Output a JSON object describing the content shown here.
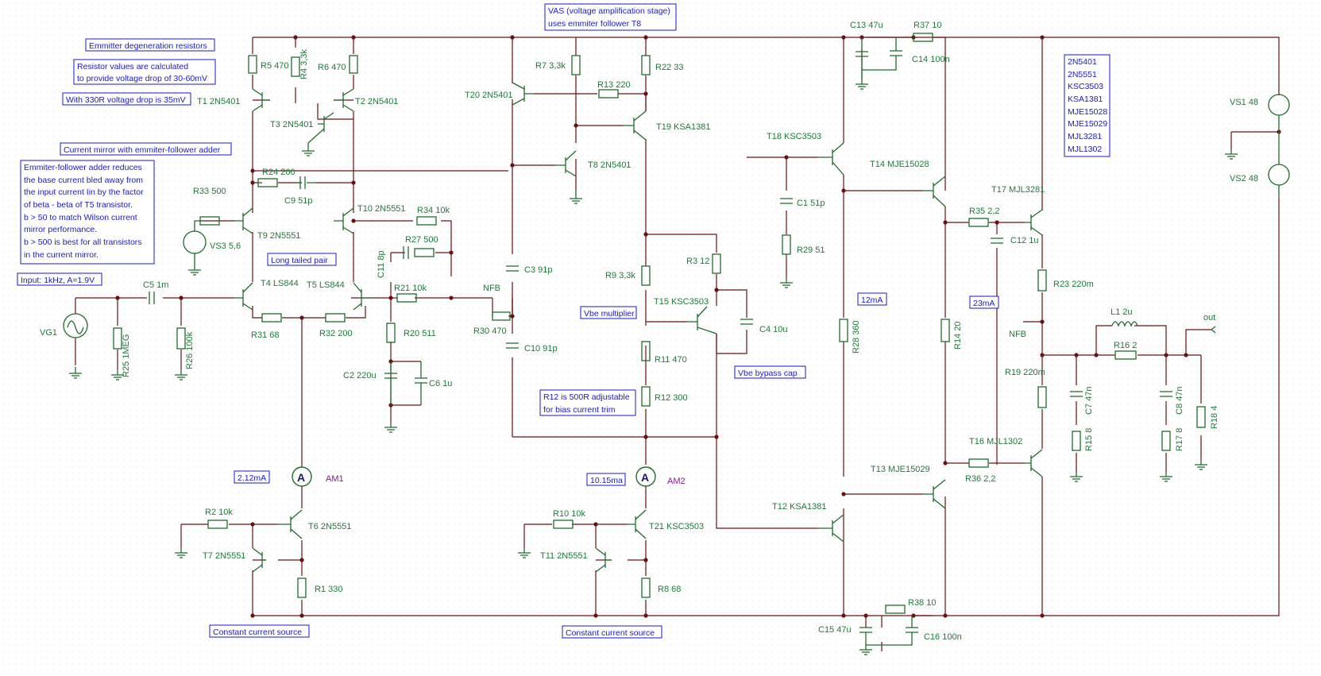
{
  "notes": {
    "emitter_degeneration": "Emmitter degeneration resistors",
    "resistor_values_1": "Resistor values are calculated",
    "resistor_values_2": "to provide voltage drop of 30-60mV",
    "with_330r": "With 330R voltage drop is 35mV",
    "current_mirror": "Current mirror with emmiter-follower adder",
    "ef_adder": [
      "Emmiter-follower adder reduces",
      "the base current bled away from",
      "the input current Iin by the factor",
      "of beta - beta of T5 transistor.",
      "b > 50 to match Wilson current",
      "mirror performance.",
      "b > 500 is best for all transistors",
      "in the current mirror."
    ],
    "long_tailed_pair": "Long tailed pair",
    "input": "Input: 1kHz, A=1.9V",
    "vas_1": "VAS (voltage amplification stage)",
    "vas_2": "uses emmiter follower T8",
    "vbe_multiplier": "Vbe multiplier",
    "vbe_bypass": "Vbe bypass cap",
    "r12_note_1": "R12 is 500R adjustable",
    "r12_note_2": "for bias current trim",
    "ccs_left": "Constant current source",
    "ccs_right": "Constant current source",
    "i_2_12": "2.12mA",
    "i_10_15": "10.15ma",
    "i_12": "12mA",
    "i_23": "23mA",
    "parts_list": [
      "2N5401",
      "2N5551",
      "KSC3503",
      "KSA1381",
      "MJE15028",
      "MJE15029",
      "MJL3281",
      "MJL1302"
    ]
  },
  "labels": {
    "r5": "R5 470",
    "r4": "R4 3,3k",
    "r6": "R6 470",
    "t1": "T1 2N5401",
    "t2": "T2 2N5401",
    "t3": "T3 2N5401",
    "r24": "R24 200",
    "c9": "C9 51p",
    "r33": "R33 500",
    "t9": "T9 2N5551",
    "t10": "T10 2N5551",
    "r34": "R34 10k",
    "vs3": "VS3 5,6",
    "c11": "C11 8p",
    "r27": "R27 500",
    "t4": "T4 LS844",
    "t5": "T5 LS844",
    "c5": "C5 1m",
    "vg1": "VG1",
    "r25": "R25 1MEG",
    "r26": "R26 100k",
    "r31": "R31 68",
    "r32": "R32 200",
    "r21": "R21 10k",
    "nfb1": "NFB",
    "r20": "R20 511",
    "c2": "C2 220u",
    "c6": "C6 1u",
    "r30": "R30 470",
    "t20": "T20 2N5401",
    "r7": "R7 3,3k",
    "r13": "R13 220",
    "r22": "R22 33",
    "t19": "T19 KSA1381",
    "t8": "T8 2N5401",
    "c3": "C3 91p",
    "c10": "C10 91p",
    "r9": "R9 3,3k",
    "t15": "T15 KSC3503",
    "r3": "R3 12",
    "c4": "C4 10u",
    "r11": "R11 470",
    "r12": "R12 300",
    "c13": "C13 47u",
    "r37": "R37 10",
    "c14": "C14 100n",
    "t18": "T18 KSC3503",
    "c1": "C1 51p",
    "r29": "R29 51",
    "t14": "T14 MJE15028",
    "t17": "T17 MJL3281",
    "r35": "R35 2,2",
    "c12": "C12 1u",
    "r23": "R23 220m",
    "r28": "R28 360",
    "r14": "R14 20",
    "nfb2": "NFB",
    "l1": "L1 2u",
    "out": "out",
    "r16": "R16 2",
    "r19": "R19 220m",
    "c7": "C7 47n",
    "r15": "R15 8",
    "c8": "C8 47n",
    "r17": "R17 8",
    "r18": "R18 4",
    "t16": "T16 MJL1302",
    "r36": "R36 2,2",
    "t13": "T13 MJE15029",
    "t12": "T12 KSA1381",
    "r38": "R38 10",
    "c15": "C15 47u",
    "c16": "C16 100n",
    "vs1": "VS1 48",
    "vs2": "VS2 48",
    "r2": "R2 10k",
    "t6": "T6 2N5551",
    "t7": "T7 2N5551",
    "r1": "R1 330",
    "am1": "AM1",
    "r10": "R10 10k",
    "t21": "T21 KSC3503",
    "t11": "T11 2N5551",
    "r8": "R8 68",
    "am2": "AM2"
  },
  "colors": {
    "wire": "#6b1010",
    "component": "#1f6b2b",
    "label": "#1f7a3a",
    "note": "#1a1acc",
    "meter": "#8a1a8a"
  }
}
